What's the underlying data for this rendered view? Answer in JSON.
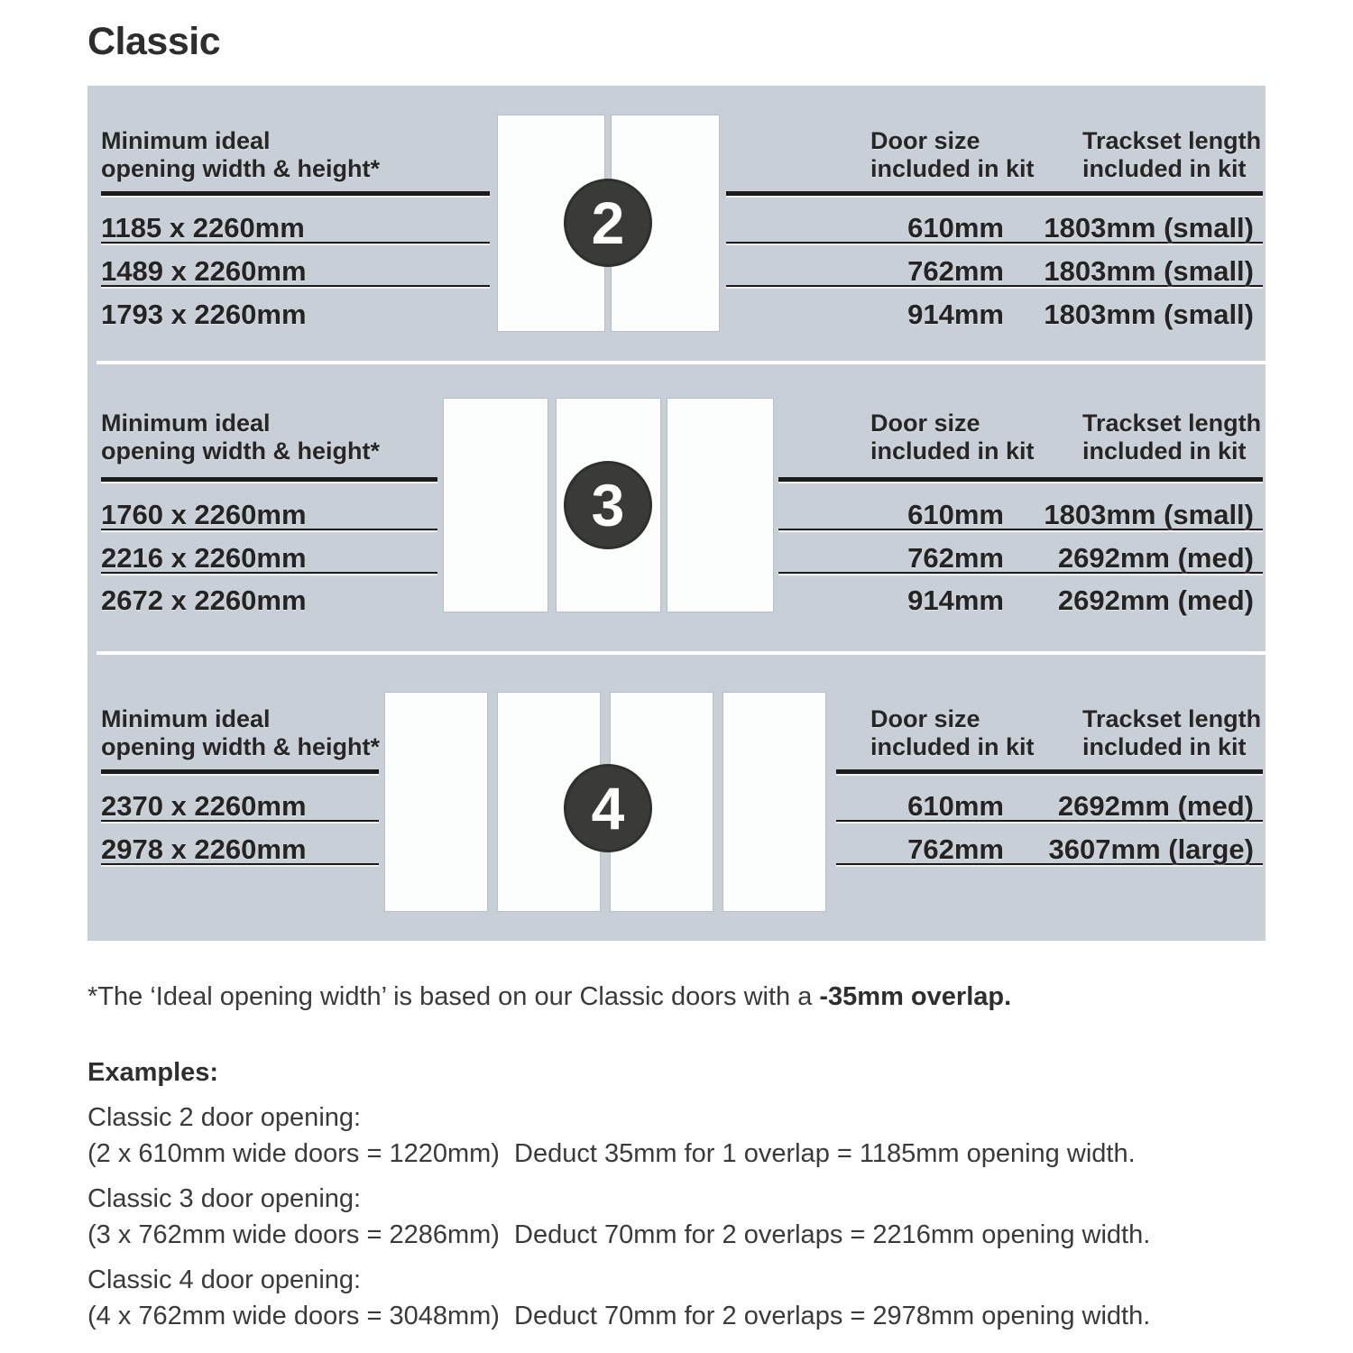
{
  "title": "Classic",
  "colors": {
    "panel_bg": "#c8cfd7",
    "door_panel": "#fcfdfd",
    "badge_bg": "#3a3a39",
    "rule": "#1b1b1b",
    "text": "#242424"
  },
  "headers": {
    "left_line1": "Minimum ideal",
    "left_line2": "opening width & height*",
    "door_line1": "Door size",
    "door_line2": "included in kit",
    "track_line1": "Trackset length",
    "track_line2": "included in kit"
  },
  "sections": [
    {
      "badge": "2",
      "left_rows": [
        "1185 x 2260mm",
        "1489 x 2260mm",
        "1793 x 2260mm"
      ],
      "kit_rows": [
        {
          "door": "610mm",
          "track": "1803mm (small)"
        },
        {
          "door": "762mm",
          "track": "1803mm (small)"
        },
        {
          "door": "914mm",
          "track": "1803mm (small)"
        }
      ]
    },
    {
      "badge": "3",
      "left_rows": [
        "1760 x 2260mm",
        "2216 x 2260mm",
        "2672 x 2260mm"
      ],
      "kit_rows": [
        {
          "door": "610mm",
          "track": "1803mm (small)"
        },
        {
          "door": "762mm",
          "track": "2692mm (med)"
        },
        {
          "door": "914mm",
          "track": "2692mm (med)"
        }
      ]
    },
    {
      "badge": "4",
      "left_rows": [
        "2370 x 2260mm",
        "2978 x 2260mm"
      ],
      "kit_rows": [
        {
          "door": "610mm",
          "track": "2692mm (med)"
        },
        {
          "door": "762mm",
          "track": "3607mm (large)"
        }
      ]
    }
  ],
  "footnote": {
    "text": "*The ‘Ideal opening width’ is based on our Classic doors with a ",
    "bold": "-35mm overlap."
  },
  "examples": {
    "heading": "Examples:",
    "items": [
      {
        "label": "Classic 2 door opening:",
        "detail": "(2 x 610mm wide doors = 1220mm)  Deduct 35mm for 1 overlap = 1185mm opening width."
      },
      {
        "label": "Classic 3 door opening:",
        "detail": "(3 x 762mm wide doors = 2286mm)  Deduct 70mm for 2 overlaps = 2216mm opening width."
      },
      {
        "label": "Classic 4 door opening:",
        "detail": "(4 x 762mm wide doors = 3048mm)  Deduct 70mm for 2 overlaps = 2978mm opening width."
      }
    ]
  }
}
